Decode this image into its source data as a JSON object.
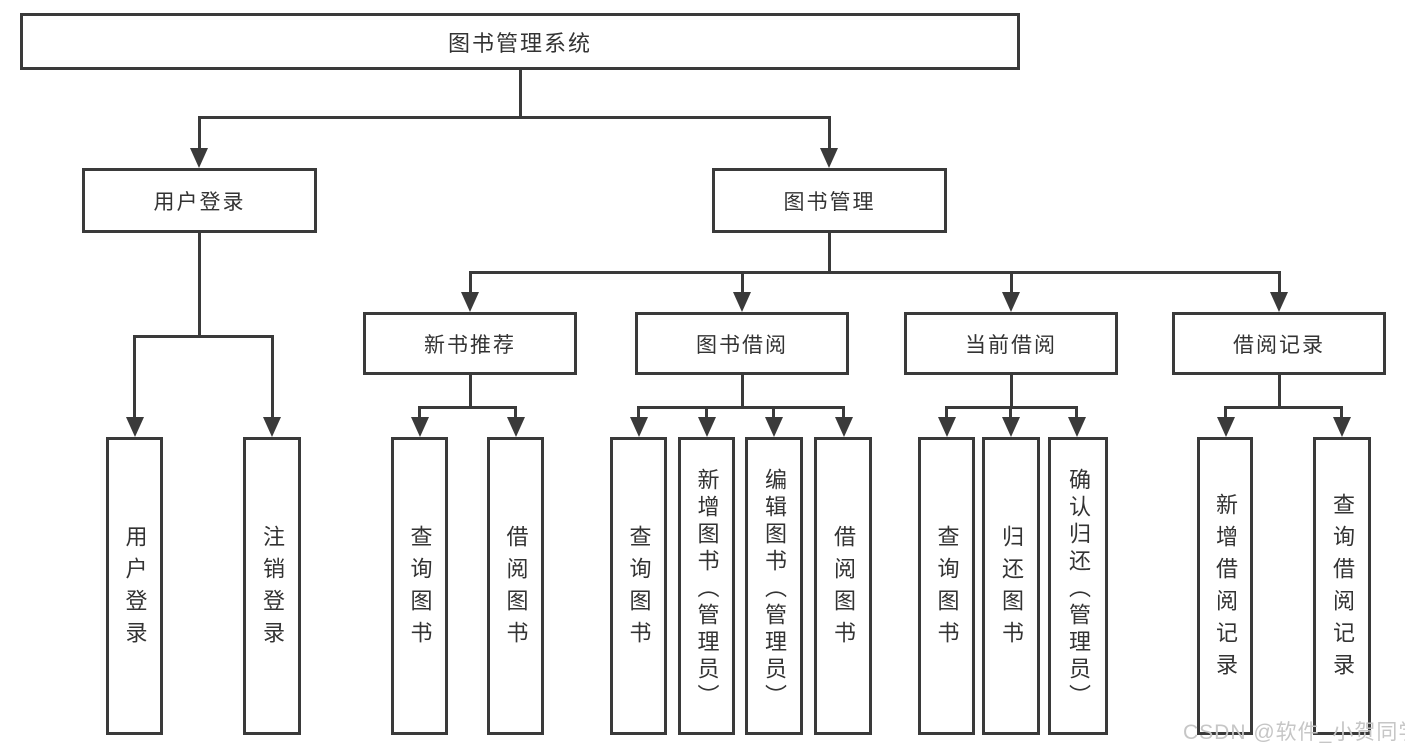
{
  "tree": {
    "root": {
      "label": "图书管理系统"
    },
    "branches": [
      {
        "label": "用户登录",
        "leaves": [
          {
            "label": "用户登录"
          },
          {
            "label": "注销登录"
          }
        ]
      },
      {
        "label": "图书管理",
        "children": [
          {
            "label": "新书推荐",
            "leaves": [
              {
                "label": "查询图书"
              },
              {
                "label": "借阅图书"
              }
            ]
          },
          {
            "label": "图书借阅",
            "leaves": [
              {
                "label": "查询图书"
              },
              {
                "label": "新增图书（管理员）"
              },
              {
                "label": "编辑图书（管理员）"
              },
              {
                "label": "借阅图书"
              }
            ]
          },
          {
            "label": "当前借阅",
            "leaves": [
              {
                "label": "查询图书"
              },
              {
                "label": "归还图书"
              },
              {
                "label": "确认归还（管理员）"
              }
            ]
          },
          {
            "label": "借阅记录",
            "leaves": [
              {
                "label": "新增借阅记录"
              },
              {
                "label": "查询借阅记录"
              }
            ]
          }
        ]
      }
    ]
  },
  "watermark": {
    "text": "CSDN @软件_小贺同学"
  },
  "colors": {
    "line": "#3a3a3a",
    "text": "#333333",
    "background": "#ffffff",
    "watermark": "#c6c6c6"
  }
}
